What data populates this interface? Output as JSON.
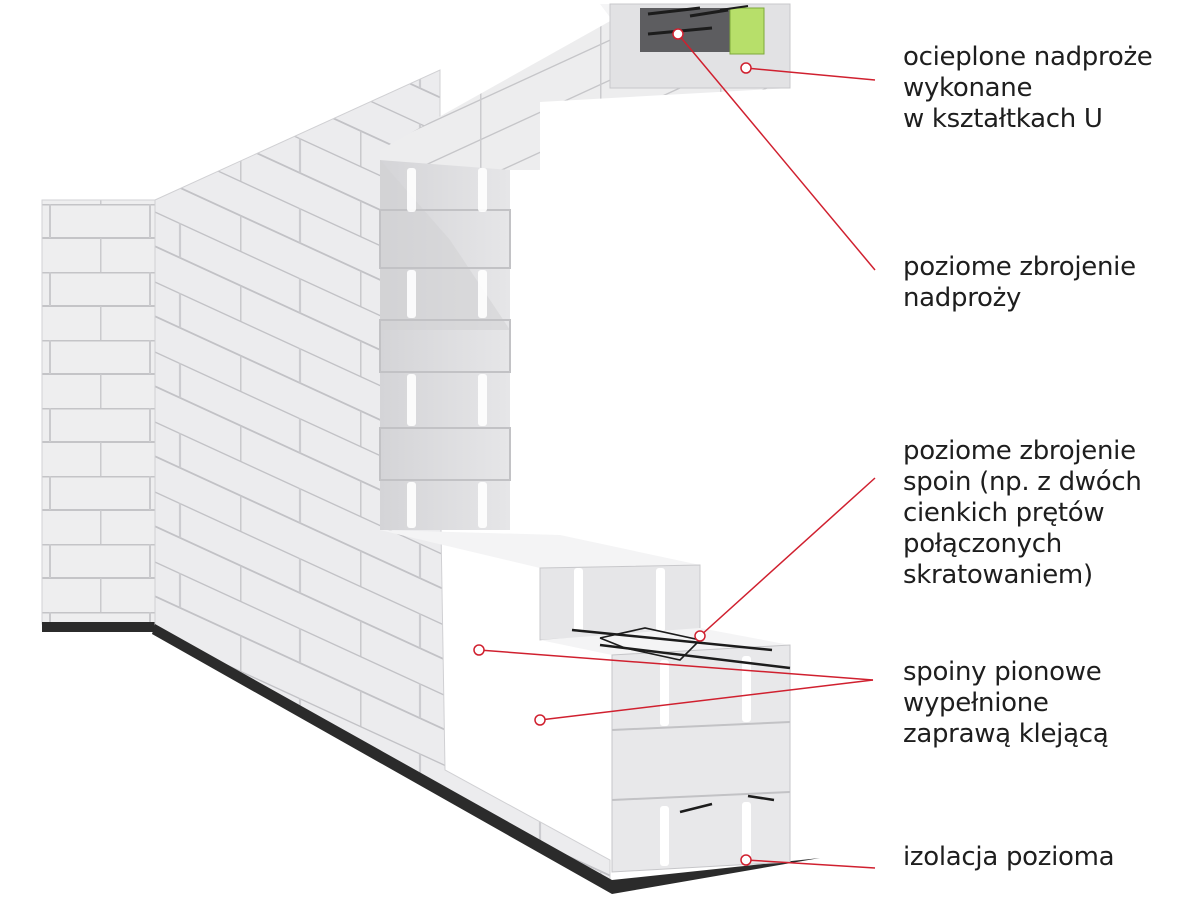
{
  "labels": [
    {
      "id": "insulated-lintel",
      "lines": [
        "ocieplone nadproże",
        "wykonane",
        "w kształtkach U"
      ]
    },
    {
      "id": "lintel-reinforcement",
      "lines": [
        "poziome zbrojenie",
        "nadproży"
      ]
    },
    {
      "id": "joint-reinforcement",
      "lines": [
        "poziome zbrojenie",
        "spoin (np. z dwóch",
        "cienkich prętów",
        "połączonych",
        "skratowaniem)"
      ]
    },
    {
      "id": "vertical-joints",
      "lines": [
        "spoiny pionowe",
        "wypełnione",
        "zaprawą klejącą"
      ]
    },
    {
      "id": "horizontal-insulation",
      "lines": [
        "izolacja pozioma"
      ]
    }
  ],
  "colors": {
    "block-front": "#eeeeef",
    "block-side": "#dcdcde",
    "block-top": "#f6f6f7",
    "mortar-joint": "#c4c4c7",
    "leader-line": "#d0202f",
    "insulation": "#b7df6a",
    "damp-proof-membrane": "#2b2b2b",
    "rebar": "#1c1c1c"
  }
}
